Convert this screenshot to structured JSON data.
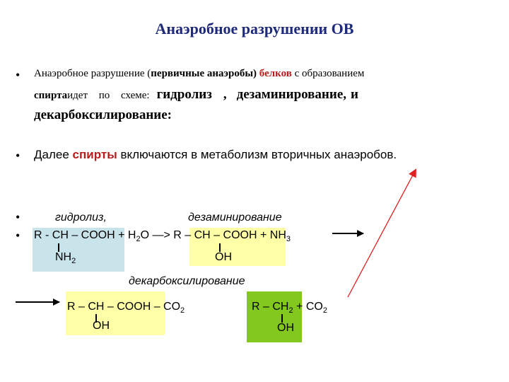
{
  "slide": {
    "title": "Анаэробное разрушении ОВ",
    "bullet_symbol": "•",
    "para1": {
      "t1": "Анаэробное разрушение (",
      "t2": "первичные анаэробы)",
      "t3": "белков",
      "t4": " с образованием",
      "t5": "спирта",
      "t6": " идет по схеме: ",
      "t7": "гидролиз",
      "t8": " , ",
      "t9": "дезаминирование,",
      "t10": " и",
      "t11": "декарбоксилирование:"
    },
    "para2": {
      "t1": "Далее ",
      "t2": "спирты",
      "t3": " включаются в метаболизм вторичных анаэробов."
    },
    "scheme": {
      "label_hydrolysis": "гидролиз,",
      "label_deamination": "дезаминирование",
      "label_decarboxylation": "декарбоксилирование",
      "r1_a": "R - CH – COOH",
      "r1_b": "+ H",
      "r1_b_sub": "2",
      "r1_c": "O —> ",
      "r1_d": "R – CH – COOH",
      "r1_e": " + NH",
      "r1_e_sub": "3",
      "r1_sub_a": "NH",
      "r1_sub_a_sub": "2",
      "r1_sub_b": "OH",
      "r2_a": "R – CH – COOH",
      "r2_b": " – CO",
      "r2_b_sub": "2",
      "r2_sub_a": "OH",
      "r2_c": "R – CH",
      "r2_c_sub": "2",
      "r2_d": " + CO",
      "r2_d_sub": "2",
      "r2_sub_c": "OH"
    },
    "colors": {
      "title": "#1f2a7a",
      "highlight_red": "#b81b1b",
      "box_blue": "#c9e3ea",
      "box_yellow": "#ffffa8",
      "box_green": "#82c81e",
      "arrow_red": "#e02020"
    }
  }
}
